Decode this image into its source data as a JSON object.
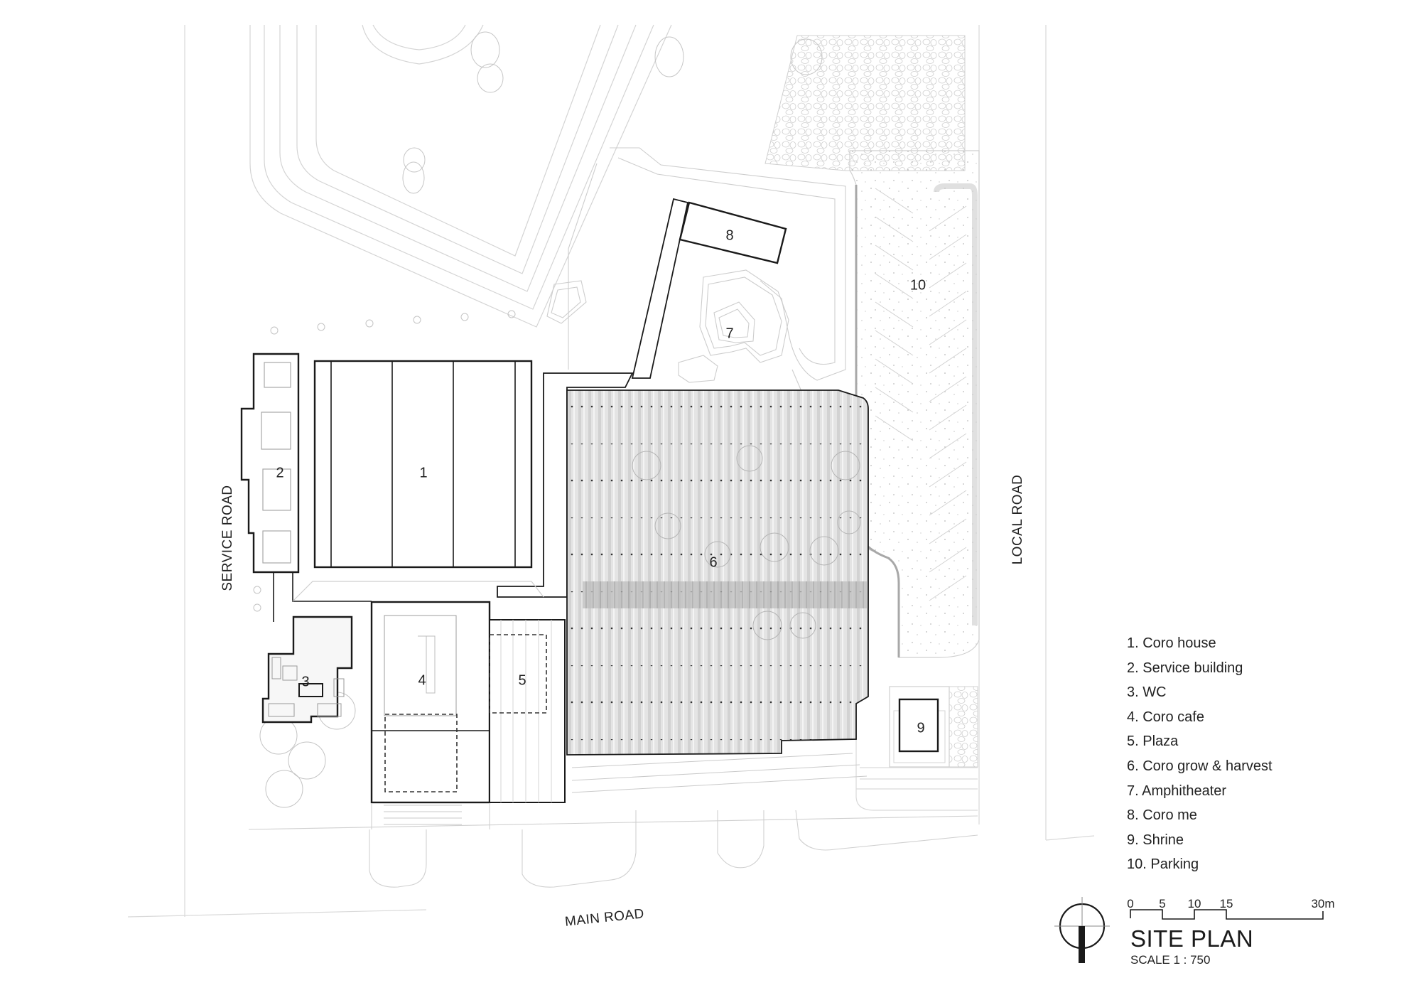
{
  "drawing": {
    "title": "SITE PLAN",
    "scale_text": "SCALE 1 : 750"
  },
  "roads": {
    "service": "SERVICE ROAD",
    "local": "LOCAL ROAD",
    "main": "MAIN ROAD"
  },
  "zones": [
    {
      "id": "1",
      "name": "Coro house"
    },
    {
      "id": "2",
      "name": "Service building"
    },
    {
      "id": "3",
      "name": "WC"
    },
    {
      "id": "4",
      "name": "Coro cafe"
    },
    {
      "id": "5",
      "name": "Plaza"
    },
    {
      "id": "6",
      "name": "Coro grow & harvest"
    },
    {
      "id": "7",
      "name": "Amphitheater"
    },
    {
      "id": "8",
      "name": "Coro me"
    },
    {
      "id": "9",
      "name": "Shrine"
    },
    {
      "id": "10",
      "name": "Parking"
    }
  ],
  "legend": [
    "1. Coro house",
    "2. Service building",
    "3. WC",
    "4. Coro cafe",
    "5. Plaza",
    "6. Coro grow & harvest",
    "7. Amphitheater",
    "8. Coro me",
    "9. Shrine",
    "10. Parking"
  ],
  "scale_bar": {
    "ticks": [
      "0",
      "5",
      "10",
      "15"
    ],
    "end_label": "30m"
  },
  "icons": {
    "north_arrow": "north-arrow-icon"
  },
  "colors": {
    "ink": "#1a1a1a",
    "line_light": "#c8c8c8",
    "fill_grow": "#dcdcdc"
  }
}
